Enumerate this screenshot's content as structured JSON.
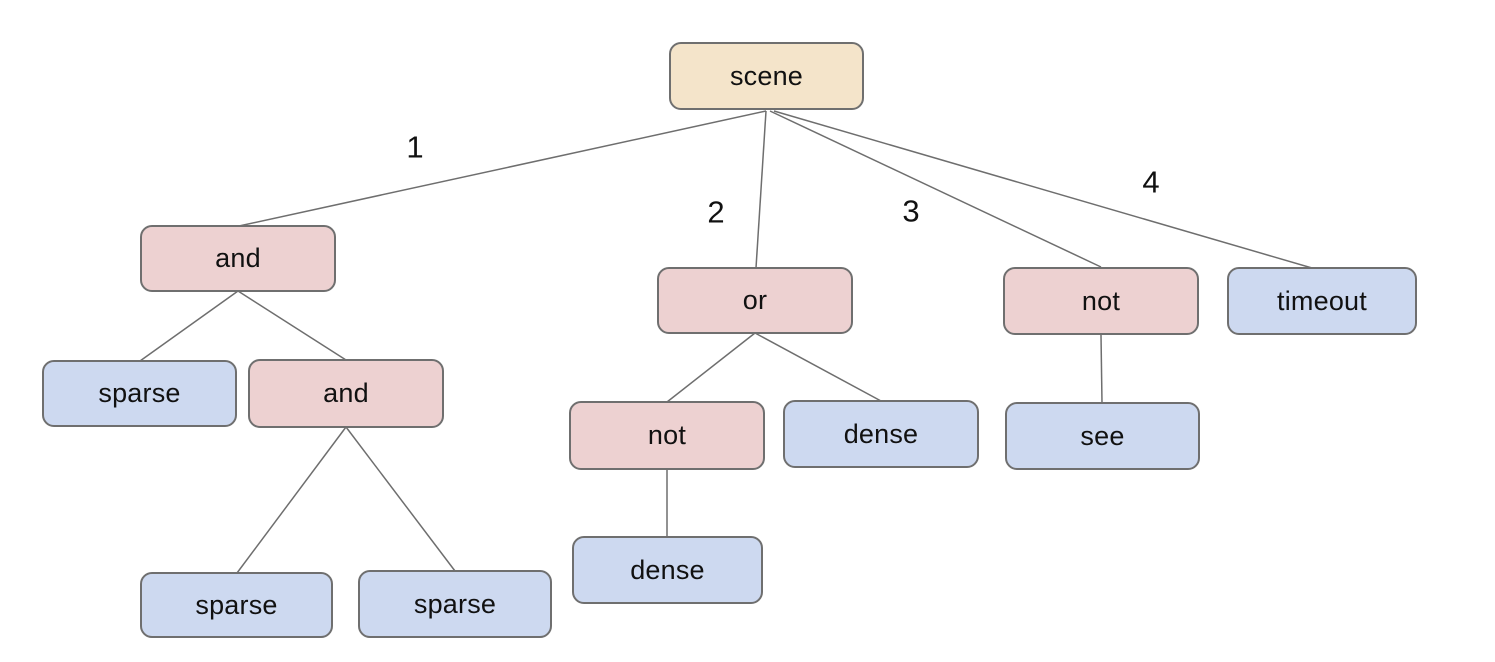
{
  "diagram": {
    "background": "#ffffff",
    "colors": {
      "root_fill": "#f4e4ca",
      "operator_fill": "#edd1d1",
      "leaf_fill": "#cdd9f0",
      "border": "#6f6f6f",
      "edge_line": "#6e6e6e",
      "text": "#111111"
    },
    "nodes": [
      {
        "id": "scene",
        "label": "scene",
        "kind": "root"
      },
      {
        "id": "and-1",
        "label": "and",
        "kind": "operator"
      },
      {
        "id": "or-1",
        "label": "or",
        "kind": "operator"
      },
      {
        "id": "not-1",
        "label": "not",
        "kind": "operator"
      },
      {
        "id": "timeout",
        "label": "timeout",
        "kind": "leaf"
      },
      {
        "id": "sparse-1",
        "label": "sparse",
        "kind": "leaf"
      },
      {
        "id": "and-2",
        "label": "and",
        "kind": "operator"
      },
      {
        "id": "not-2",
        "label": "not",
        "kind": "operator"
      },
      {
        "id": "dense-1",
        "label": "dense",
        "kind": "leaf"
      },
      {
        "id": "see",
        "label": "see",
        "kind": "leaf"
      },
      {
        "id": "sparse-2",
        "label": "sparse",
        "kind": "leaf"
      },
      {
        "id": "sparse-3",
        "label": "sparse",
        "kind": "leaf"
      },
      {
        "id": "dense-2",
        "label": "dense",
        "kind": "leaf"
      }
    ],
    "edge_labels": [
      {
        "text": "1"
      },
      {
        "text": "2"
      },
      {
        "text": "3"
      },
      {
        "text": "4"
      }
    ],
    "edges": [
      {
        "from": "scene",
        "to": "and-1",
        "label": "1"
      },
      {
        "from": "scene",
        "to": "or-1",
        "label": "2"
      },
      {
        "from": "scene",
        "to": "not-1",
        "label": "3"
      },
      {
        "from": "scene",
        "to": "timeout",
        "label": "4"
      },
      {
        "from": "and-1",
        "to": "sparse-1",
        "label": ""
      },
      {
        "from": "and-1",
        "to": "and-2",
        "label": ""
      },
      {
        "from": "or-1",
        "to": "not-2",
        "label": ""
      },
      {
        "from": "or-1",
        "to": "dense-1",
        "label": ""
      },
      {
        "from": "not-1",
        "to": "see",
        "label": ""
      },
      {
        "from": "and-2",
        "to": "sparse-2",
        "label": ""
      },
      {
        "from": "and-2",
        "to": "sparse-3",
        "label": ""
      },
      {
        "from": "not-2",
        "to": "dense-2",
        "label": ""
      }
    ]
  }
}
